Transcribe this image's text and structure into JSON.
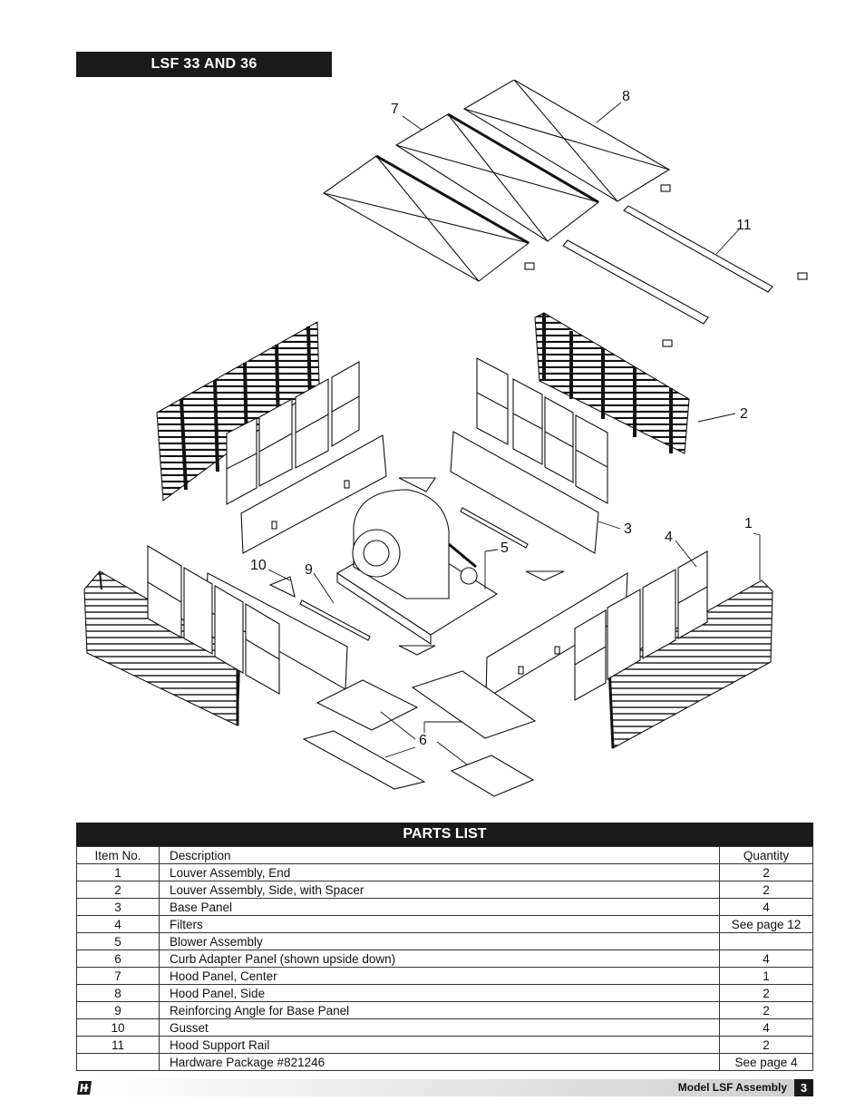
{
  "section_title": "LSF 33 AND 36",
  "callouts": [
    "1",
    "2",
    "3",
    "4",
    "5",
    "6",
    "7",
    "8",
    "9",
    "10",
    "11"
  ],
  "parts_list": {
    "title": "PARTS LIST",
    "headers": {
      "item": "Item No.",
      "description": "Description",
      "quantity": "Quantity"
    },
    "rows": [
      {
        "item": "1",
        "description": "Louver Assembly, End",
        "quantity": "2"
      },
      {
        "item": "2",
        "description": "Louver Assembly, Side, with Spacer",
        "quantity": "2"
      },
      {
        "item": "3",
        "description": "Base Panel",
        "quantity": "4"
      },
      {
        "item": "4",
        "description": "Filters",
        "quantity": "See page 12"
      },
      {
        "item": "5",
        "description": "Blower Assembly",
        "quantity": ""
      },
      {
        "item": "6",
        "description": "Curb Adapter Panel (shown upside down)",
        "quantity": "4"
      },
      {
        "item": "7",
        "description": "Hood Panel, Center",
        "quantity": "1"
      },
      {
        "item": "8",
        "description": "Hood Panel, Side",
        "quantity": "2"
      },
      {
        "item": "9",
        "description": "Reinforcing Angle for Base Panel",
        "quantity": "2"
      },
      {
        "item": "10",
        "description": "Gusset",
        "quantity": "4"
      },
      {
        "item": "11",
        "description": "Hood Support Rail",
        "quantity": "2"
      },
      {
        "item": "",
        "description": "Hardware Package #821246",
        "quantity": "See page 4"
      }
    ]
  },
  "footer": {
    "title": "Model LSF Assembly",
    "page": "3"
  }
}
